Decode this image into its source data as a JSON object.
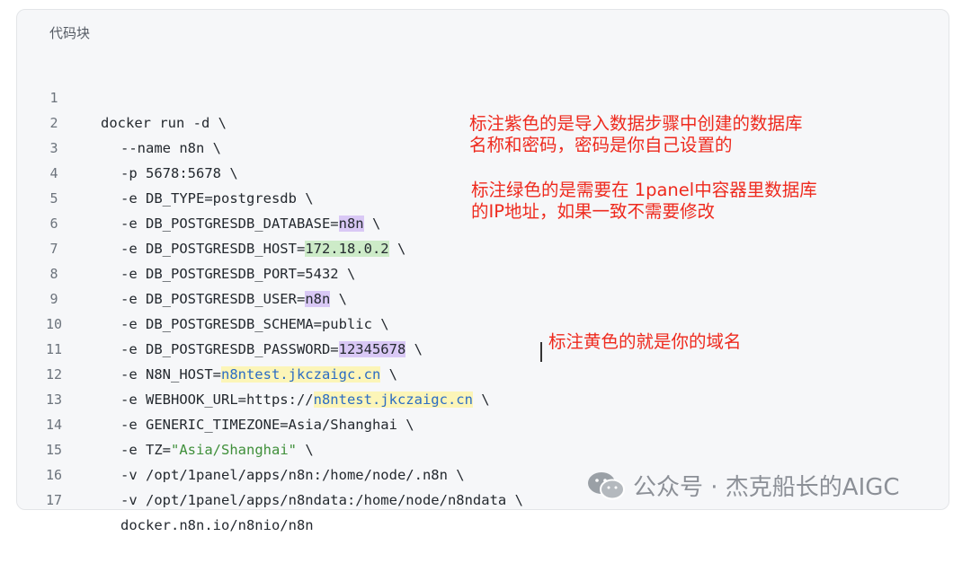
{
  "card": {
    "title": "代码块"
  },
  "code": {
    "lines": [
      {
        "num": "1",
        "text": "docker run -d \\"
      },
      {
        "num": "2",
        "text": "--name n8n \\"
      },
      {
        "num": "3",
        "text": "-p 5678:5678 \\"
      },
      {
        "num": "4",
        "text": "-e DB_TYPE=postgresdb \\"
      },
      {
        "num": "5",
        "pre": "-e DB_POSTGRESDB_DATABASE=",
        "hl": "n8n",
        "post": " \\"
      },
      {
        "num": "6",
        "pre": "-e DB_POSTGRESDB_HOST=",
        "hl": "172.18.0.2",
        "post": " \\"
      },
      {
        "num": "7",
        "text": "-e DB_POSTGRESDB_PORT=5432 \\"
      },
      {
        "num": "8",
        "pre": "-e DB_POSTGRESDB_USER=",
        "hl": "n8n",
        "post": " \\"
      },
      {
        "num": "9",
        "text": "-e DB_POSTGRESDB_SCHEMA=public \\"
      },
      {
        "num": "10",
        "pre": "-e DB_POSTGRESDB_PASSWORD=",
        "hl": "12345678",
        "post": " \\"
      },
      {
        "num": "11",
        "pre": "-e N8N_HOST=",
        "hl": "n8ntest.jkczaigc.cn",
        "post": " \\"
      },
      {
        "num": "12",
        "pre": "-e WEBHOOK_URL=https://",
        "hl": "n8ntest.jkczaigc.cn",
        "post": " \\"
      },
      {
        "num": "13",
        "text": "-e GENERIC_TIMEZONE=Asia/Shanghai \\"
      },
      {
        "num": "14",
        "pre": "-e TZ=",
        "str": "\"Asia/Shanghai\"",
        "post": " \\"
      },
      {
        "num": "15",
        "text": "-v /opt/1panel/apps/n8n:/home/node/.n8n \\"
      },
      {
        "num": "16",
        "text": "-v /opt/1panel/apps/n8ndata:/home/node/n8ndata \\"
      },
      {
        "num": "17",
        "text": "docker.n8n.io/n8nio/n8n"
      }
    ]
  },
  "notes": {
    "purple_line1": "标注紫色的是导入数据步骤中创建的数据库",
    "purple_line2": "名称和密码，密码是你自己设置的",
    "green_line1": "标注绿色的是需要在 1panel中容器里数据库",
    "green_line2": "的IP地址，如果一致不需要修改",
    "yellow": "标注黄色的就是你的域名"
  },
  "watermark": {
    "text": "公众号 · 杰克船长的AIGC",
    "icon": "wechat-icon"
  },
  "colors": {
    "purple_highlight": "#d9c8f5",
    "green_highlight": "#cdebc8",
    "yellow_highlight": "#fcf5b8",
    "note_red": "#ee2a1e",
    "link_blue": "#2b6cc4",
    "string_green": "#3f8f3a"
  }
}
